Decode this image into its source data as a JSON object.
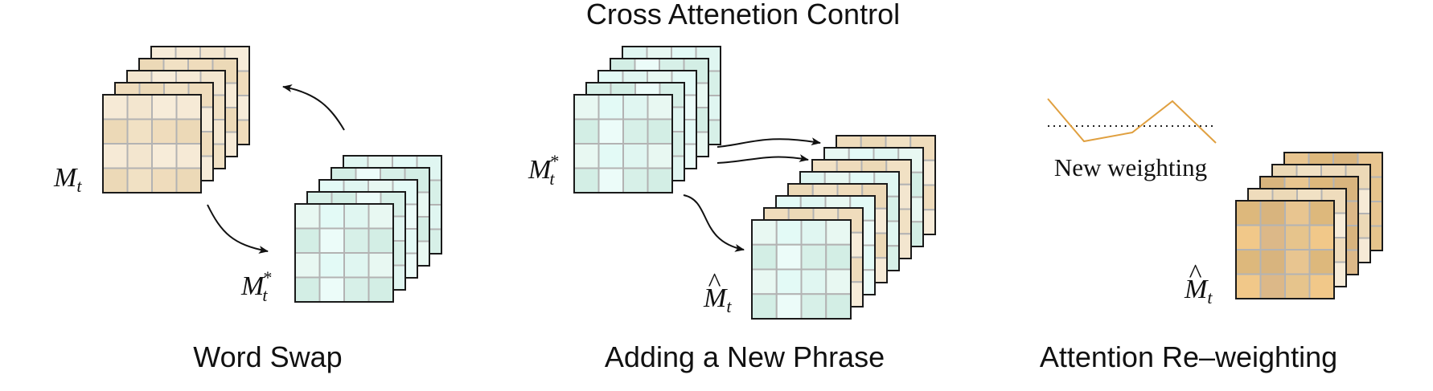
{
  "title": "Cross Attenetion Control",
  "panels": [
    {
      "caption": "Word Swap",
      "labels": {
        "source": "M",
        "source_sub": "t",
        "target": "M",
        "target_sub": "t",
        "target_sup": "*"
      }
    },
    {
      "caption": "Adding a New Phrase",
      "labels": {
        "source": "M",
        "source_sub": "t",
        "source_sup": "*",
        "target": "M",
        "target_sub": "t",
        "target_hat": "^"
      }
    },
    {
      "caption": "Attention Re–weighting",
      "weighting_label": "New weighting",
      "labels": {
        "target": "M",
        "target_sub": "t",
        "target_hat": "^"
      }
    }
  ],
  "colors": {
    "tan": [
      "#f6ead6",
      "#efdcbc",
      "#f3e6cf",
      "#ecd9b7",
      "#f7ecd9",
      "#f1e1c4"
    ],
    "mint": [
      "#e8f8f2",
      "#d7f0e8",
      "#e3faf6",
      "#d3eee5",
      "#e0f6f1",
      "#ecfcf9"
    ],
    "gold": [
      "#ddb87c",
      "#e6c48c",
      "#d8b47e",
      "#f1c889",
      "#e8c590",
      "#dcb888"
    ],
    "grid": "#b3b3b3",
    "outline": "#1a1a1a",
    "weight_line": "#e0a040"
  }
}
